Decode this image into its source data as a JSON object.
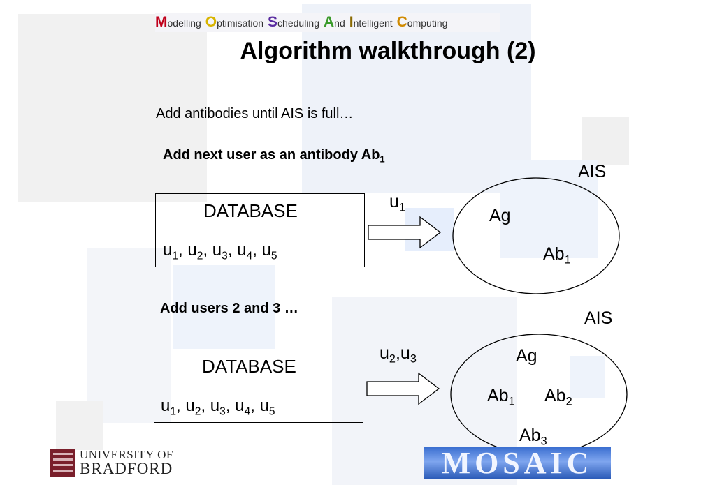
{
  "banner": {
    "words": [
      {
        "initial": "M",
        "rest": "odelling",
        "color": "#c0001a"
      },
      {
        "initial": "O",
        "rest": "ptimisation",
        "color": "#d8b400"
      },
      {
        "initial": "S",
        "rest": "cheduling",
        "color": "#5a2ca0"
      },
      {
        "initial": "A",
        "rest": "nd",
        "color": "#3a9a2a"
      },
      {
        "initial": "I",
        "rest": "ntelligent",
        "color": "#8a6a00"
      },
      {
        "initial": "C",
        "rest": "omputing",
        "color": "#d08a00"
      }
    ]
  },
  "title": "Algorithm walkthrough (2)",
  "subtitle": "Add antibodies until AIS is full…",
  "section1": {
    "heading_text": "Add next user as an antibody Ab",
    "heading_sub": "1",
    "database_label": "DATABASE",
    "users": [
      "1",
      "2",
      "3",
      "4",
      "5"
    ],
    "user_prefix": "u",
    "arrow_label_prefix": "u",
    "arrow_label_sub": "1",
    "ais_label": "AIS",
    "ag_label": "Ag",
    "antibodies": [
      {
        "base": "Ab",
        "sub": "1"
      }
    ]
  },
  "section2": {
    "heading": "Add users 2 and 3 …",
    "database_label": "DATABASE",
    "users": [
      "1",
      "2",
      "3",
      "4",
      "5"
    ],
    "user_prefix": "u",
    "arrow_label_a_sub": "2",
    "arrow_label_b_sub": "3",
    "ais_label": "AIS",
    "ag_label": "Ag",
    "antibodies": [
      {
        "base": "Ab",
        "sub": "1"
      },
      {
        "base": "Ab",
        "sub": "2"
      },
      {
        "base": "Ab",
        "sub": "3"
      }
    ]
  },
  "footer": {
    "university_line1": "UNIVERSITY OF",
    "university_line2": "BRADFORD",
    "mosaic_logo_text": "MOSAIC"
  },
  "colors": {
    "background_tint": "#eef2f9",
    "crest": "#7a1f2b",
    "mosaic_blue": "#3b6fd0"
  }
}
